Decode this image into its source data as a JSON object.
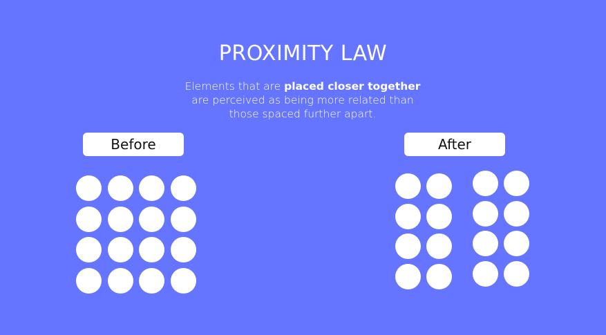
{
  "title": "PROXIMITY LAW",
  "description": {
    "part1": "Elements that are ",
    "bold": "placed closer together",
    "line2": "are perceived as being more related than",
    "line3": "those spaced further apart."
  },
  "before": {
    "label": "Before",
    "rows": 4,
    "cols": 4
  },
  "after": {
    "label": "After",
    "groups": [
      {
        "rows": 4,
        "cols": 2
      },
      {
        "rows": 4,
        "cols": 2
      }
    ]
  },
  "colors": {
    "background": "#6675ff",
    "dot": "#ffffff",
    "label_bg": "#ffffff"
  }
}
